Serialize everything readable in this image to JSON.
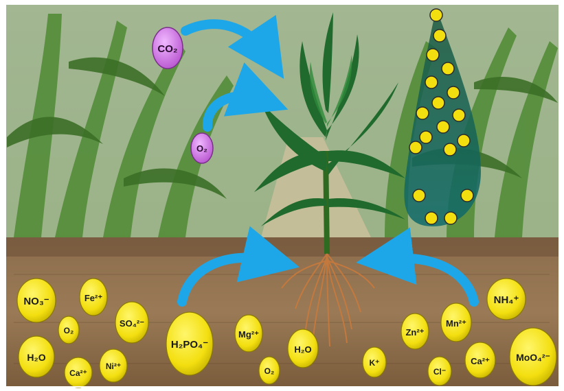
{
  "air": {
    "molecules": [
      {
        "id": "co2",
        "text": "CO₂"
      },
      {
        "id": "o2",
        "text": "O₂"
      }
    ]
  },
  "soil": {
    "nutrients": [
      {
        "id": "no3",
        "text": "NO₃⁻"
      },
      {
        "id": "fe",
        "text": "Fe²⁺"
      },
      {
        "id": "o2-soil-1",
        "text": "O₂"
      },
      {
        "id": "so4",
        "text": "SO₄²⁻"
      },
      {
        "id": "h2po4",
        "text": "H₂PO₄⁻"
      },
      {
        "id": "mg",
        "text": "Mg²⁺"
      },
      {
        "id": "h2o-left",
        "text": "H₂O"
      },
      {
        "id": "ca-left",
        "text": "Ca²⁺"
      },
      {
        "id": "ni",
        "text": "Ni²⁺"
      },
      {
        "id": "h2o-mid",
        "text": "H₂O"
      },
      {
        "id": "o2-soil-2",
        "text": "O₂"
      },
      {
        "id": "k",
        "text": "K⁺"
      },
      {
        "id": "zn",
        "text": "Zn²⁺"
      },
      {
        "id": "mn",
        "text": "Mn²⁺"
      },
      {
        "id": "nh4",
        "text": "NH₄⁺"
      },
      {
        "id": "cl",
        "text": "Cl⁻"
      },
      {
        "id": "ca-right",
        "text": "Ca²⁺"
      },
      {
        "id": "moo4",
        "text": "MoO₄²⁻"
      }
    ]
  },
  "colors": {
    "arrow": "#1ea7e8",
    "nutrient_fill": "#f4e21a",
    "gas_fill": "#d57ee6",
    "soil": "#8a6a48",
    "sky": "#e8ecef",
    "leaf_dark": "#1f6a2c"
  }
}
